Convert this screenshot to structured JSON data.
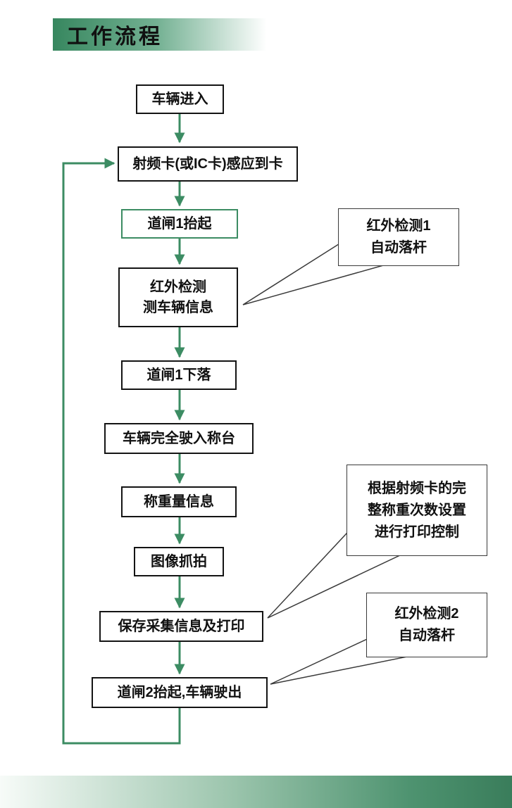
{
  "title": "工作流程",
  "colors": {
    "accent_green": "#3c8c63",
    "node_border": "#141414",
    "callout_border": "#3a3a3a"
  },
  "flowchart": {
    "nodes": [
      {
        "id": "vehicle-enter",
        "label": "车辆进入"
      },
      {
        "id": "rfid-sense",
        "label": "射频卡(或IC卡)感应到卡"
      },
      {
        "id": "barrier1-up",
        "label": "道闸1抬起"
      },
      {
        "id": "infrared-detect",
        "label": "红外检测\n测车辆信息"
      },
      {
        "id": "barrier1-down",
        "label": "道闸1下落"
      },
      {
        "id": "vehicle-on-scale",
        "label": "车辆完全驶入称台"
      },
      {
        "id": "weigh-info",
        "label": "称重量信息"
      },
      {
        "id": "image-capture",
        "label": "图像抓拍"
      },
      {
        "id": "save-print",
        "label": "保存采集信息及打印"
      },
      {
        "id": "barrier2-up-exit",
        "label": "道闸2抬起,车辆驶出"
      }
    ],
    "callouts": [
      {
        "id": "infrared1-note",
        "label": "红外检测1\n自动落杆"
      },
      {
        "id": "print-control-note",
        "label": "根据射频卡的完\n整称重次数设置\n进行打印控制"
      },
      {
        "id": "infrared2-note",
        "label": "红外检测2\n自动落杆"
      }
    ]
  }
}
